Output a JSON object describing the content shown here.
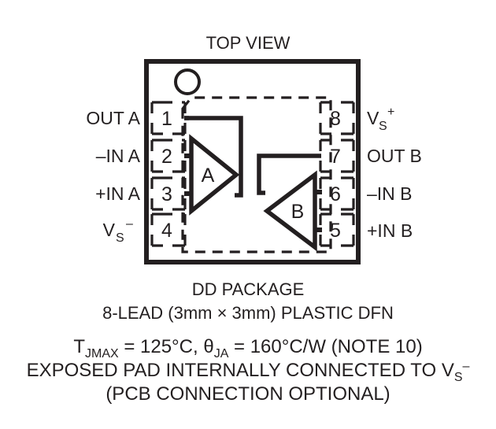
{
  "title": "TOP VIEW",
  "package": {
    "marker": "pin1-dot",
    "amplifiers": [
      {
        "label": "A",
        "orientation": "right"
      },
      {
        "label": "B",
        "orientation": "left"
      }
    ],
    "exposed_pad": "dashed-outline"
  },
  "pins_left": [
    {
      "number": "1",
      "label": "OUT A"
    },
    {
      "number": "2",
      "label": "–IN A"
    },
    {
      "number": "3",
      "label": "+IN A"
    },
    {
      "number": "4",
      "label": "V",
      "sub": "S",
      "sup": "–"
    }
  ],
  "pins_right": [
    {
      "number": "8",
      "label": "V",
      "sub": "S",
      "sup": "+"
    },
    {
      "number": "7",
      "label": "OUT B"
    },
    {
      "number": "6",
      "label": "–IN B"
    },
    {
      "number": "5",
      "label": "+IN B"
    }
  ],
  "caption": {
    "line1": "DD PACKAGE",
    "line2": "8-LEAD (3mm × 3mm) PLASTIC DFN",
    "line3": {
      "t": "T",
      "t_sub": "JMAX",
      "mid": " = 125°C, ",
      "theta": "θ",
      "theta_sub": "JA",
      "end": " = 160°C/W (NOTE 10)"
    },
    "line4": {
      "text": "EXPOSED PAD INTERNALLY CONNECTED TO V",
      "sub": "S",
      "sup": "–"
    },
    "line5": "(PCB CONNECTION OPTIONAL)"
  },
  "colors": {
    "ink": "#231f20",
    "background": "#ffffff"
  }
}
